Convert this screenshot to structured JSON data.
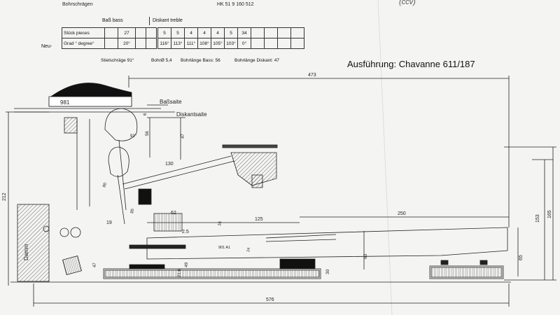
{
  "header": {
    "left_label": "Bohrschrägen",
    "part_number": "HK 51 9 160 512"
  },
  "scribble": "(ccv)",
  "bore_table": {
    "bass_header": "Baß bass",
    "treble_header": "Diskant treble",
    "prefix": "Neu-",
    "rows": [
      {
        "label": "Stück pieces",
        "bass": [
          "",
          "27",
          "",
          ""
        ],
        "treble": [
          "5",
          "5",
          "4",
          "4",
          "4",
          "5",
          "34",
          "",
          "",
          "",
          ""
        ]
      },
      {
        "label": "Grad ° degree°",
        "bass": [
          "",
          "20°",
          "",
          ""
        ],
        "treble": [
          "116°",
          "113°",
          "111°",
          "108°",
          "105°",
          "103°",
          "0°",
          "",
          "",
          "",
          ""
        ]
      }
    ],
    "footnotes": {
      "stem": "Stielschräge 91°",
      "bore": "BohrØ 5,4",
      "bass_len": "Bohrlänge Bass: 56",
      "treble_len": "Bohrlänge Diskant: 47"
    }
  },
  "title": "Ausführung: Chavanne 611/187",
  "drawing": {
    "labels": {
      "bass_string": "Baßsaite",
      "treble_string": "Diskantsaite",
      "damper": "Damm",
      "part_code": "901 A1",
      "box_number": "981"
    },
    "dimensions": {
      "top_width": "473",
      "overall_width": "576",
      "left_height": "212",
      "right_height_outer": "165",
      "right_height_inner": "153",
      "key_length": "250",
      "d_125": "125",
      "d_130": "130",
      "d_62": "62",
      "d_2_5": "2.5",
      "d_16": "16",
      "d_19": "19",
      "d_80": "80",
      "d_85": "85",
      "d_91": "91°",
      "d_56": "56",
      "d_47": "47",
      "d_6": "6",
      "d_60": "60",
      "d_65": "65",
      "d_30": "30",
      "d_49": "49",
      "d_21_6": "21.6",
      "d_47b": "47",
      "d_24": "24"
    }
  }
}
